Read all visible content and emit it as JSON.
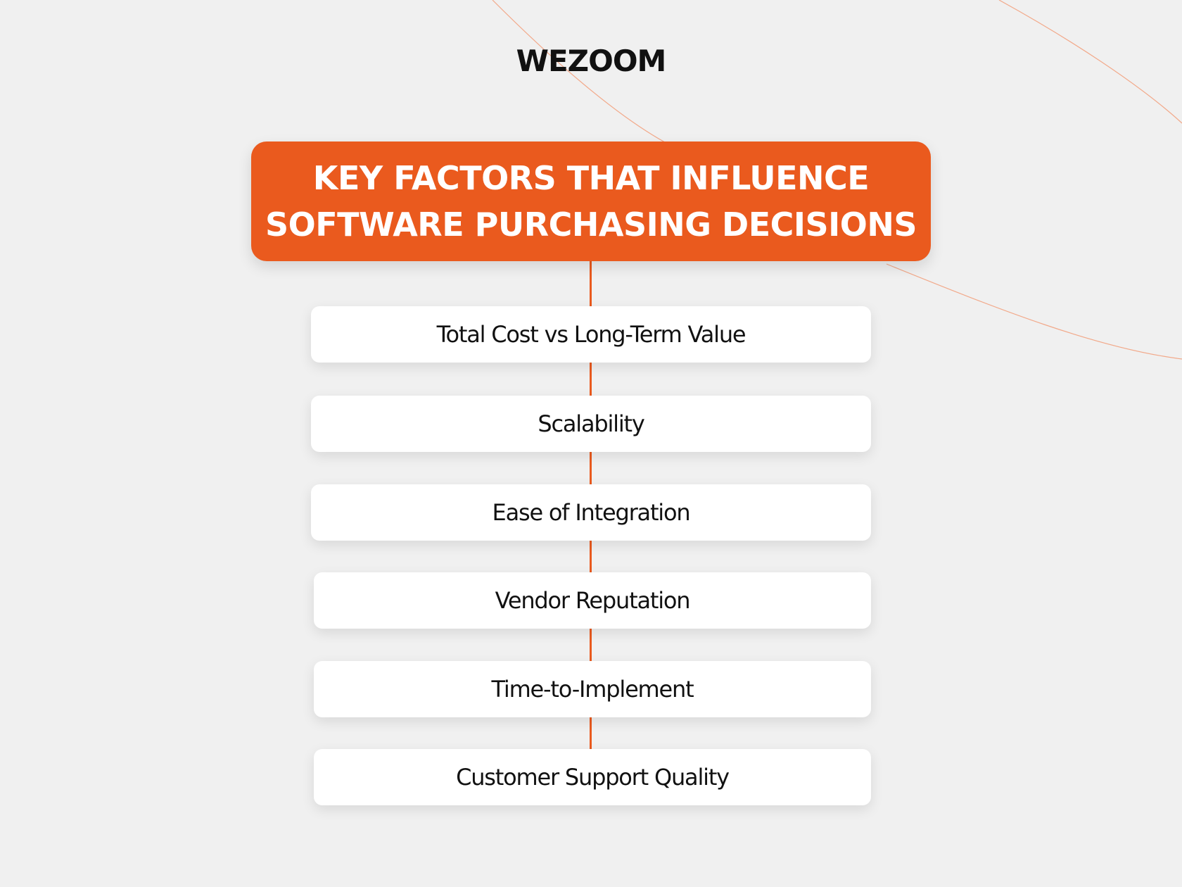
{
  "brand": {
    "logo_text": "WEZOOM",
    "accent_color": "#ea5a1e"
  },
  "title": {
    "lines": [
      "KEY FACTORS THAT INFLUENCE",
      "SOFTWARE PURCHASING DECISIONS"
    ]
  },
  "factors": [
    "Total Cost vs Long-Term Value",
    "Scalability",
    "Ease of Integration",
    "Vendor Reputation",
    "Time-to-Implement",
    "Customer Support Quality"
  ]
}
